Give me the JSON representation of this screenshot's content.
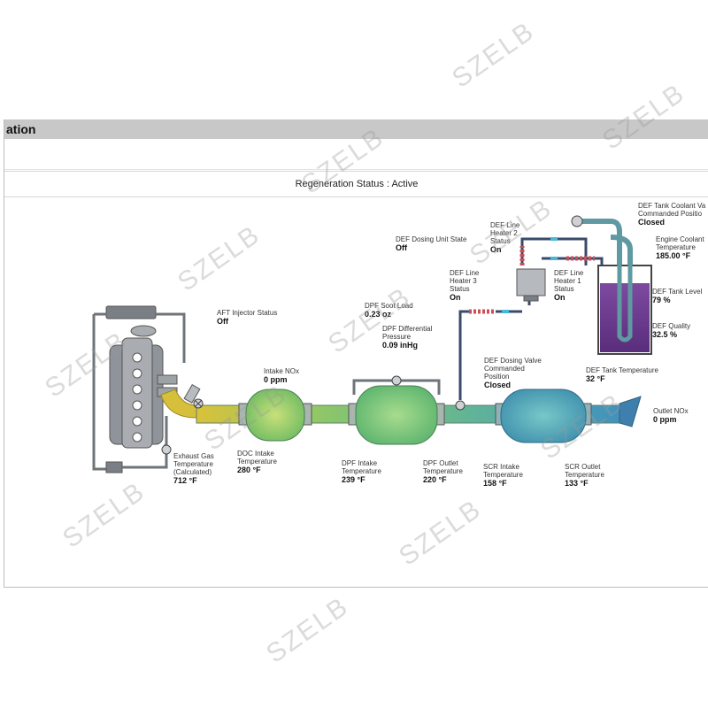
{
  "window": {
    "title": "ation"
  },
  "status": {
    "text": "Regeneration Status : Active"
  },
  "sensors": {
    "aft_injector": {
      "label_lines": [
        "AFT Injector Status"
      ],
      "value": "Off"
    },
    "intake_nox": {
      "label_lines": [
        "Intake NOx"
      ],
      "value": "0 ppm"
    },
    "exhaust_gas_temp": {
      "label_lines": [
        "Exhaust Gas",
        "Temperature",
        "(Calculated)"
      ],
      "value": "712 °F"
    },
    "doc_intake_temp": {
      "label_lines": [
        "DOC Intake",
        "Temperature"
      ],
      "value": "280 °F"
    },
    "dpf_soot_load": {
      "label_lines": [
        "DPF Soot Load"
      ],
      "value": "0.23 oz"
    },
    "dpf_diff_pressure": {
      "label_lines": [
        "DPF Differential",
        "Pressure"
      ],
      "value": "0.09 inHg"
    },
    "dpf_intake_temp": {
      "label_lines": [
        "DPF Intake",
        "Temperature"
      ],
      "value": "239 °F"
    },
    "dpf_outlet_temp": {
      "label_lines": [
        "DPF Outlet",
        "Temperature"
      ],
      "value": "220 °F"
    },
    "def_dosing_unit": {
      "label_lines": [
        "DEF Dosing Unit State"
      ],
      "value": "Off"
    },
    "def_line_heater_2": {
      "label_lines": [
        "DEF Line",
        "Heater 2",
        "Status"
      ],
      "value": "On"
    },
    "def_line_heater_3": {
      "label_lines": [
        "DEF Line",
        "Heater 3",
        "Status"
      ],
      "value": "On"
    },
    "def_line_heater_1": {
      "label_lines": [
        "DEF Line",
        "Heater 1",
        "Status"
      ],
      "value": "On"
    },
    "def_dosing_valve": {
      "label_lines": [
        "DEF Dosing Valve",
        "Commanded",
        "Position"
      ],
      "value": "Closed"
    },
    "scr_intake_temp": {
      "label_lines": [
        "SCR Intake",
        "Temperature"
      ],
      "value": "158 °F"
    },
    "scr_outlet_temp": {
      "label_lines": [
        "SCR Outlet",
        "Temperature"
      ],
      "value": "133 °F"
    },
    "outlet_nox": {
      "label_lines": [
        "Outlet NOx"
      ],
      "value": "0 ppm"
    },
    "def_tank_coolant_valve": {
      "label_lines": [
        "DEF Tank Coolant Va",
        "Commanded Positio"
      ],
      "value": "Closed"
    },
    "engine_coolant_temp": {
      "label_lines": [
        "Engine Coolant",
        "Temperature"
      ],
      "value": "185.00 °F"
    },
    "def_tank_level": {
      "label_lines": [
        "DEF Tank Level"
      ],
      "value": "79 %"
    },
    "def_quality": {
      "label_lines": [
        "DEF Quality"
      ],
      "value": "32.5 %"
    },
    "def_tank_temp": {
      "label_lines": [
        "DEF Tank Temperature"
      ],
      "value": "32 °F"
    }
  },
  "watermark": "SZELB",
  "colors": {
    "titlebar": "#c8c8c8",
    "def_fluid": "#6b3a8f",
    "coolant_line": "#5f9aa3",
    "exhaust_hot": "#d6bf3a",
    "heater": "#c8505a"
  }
}
